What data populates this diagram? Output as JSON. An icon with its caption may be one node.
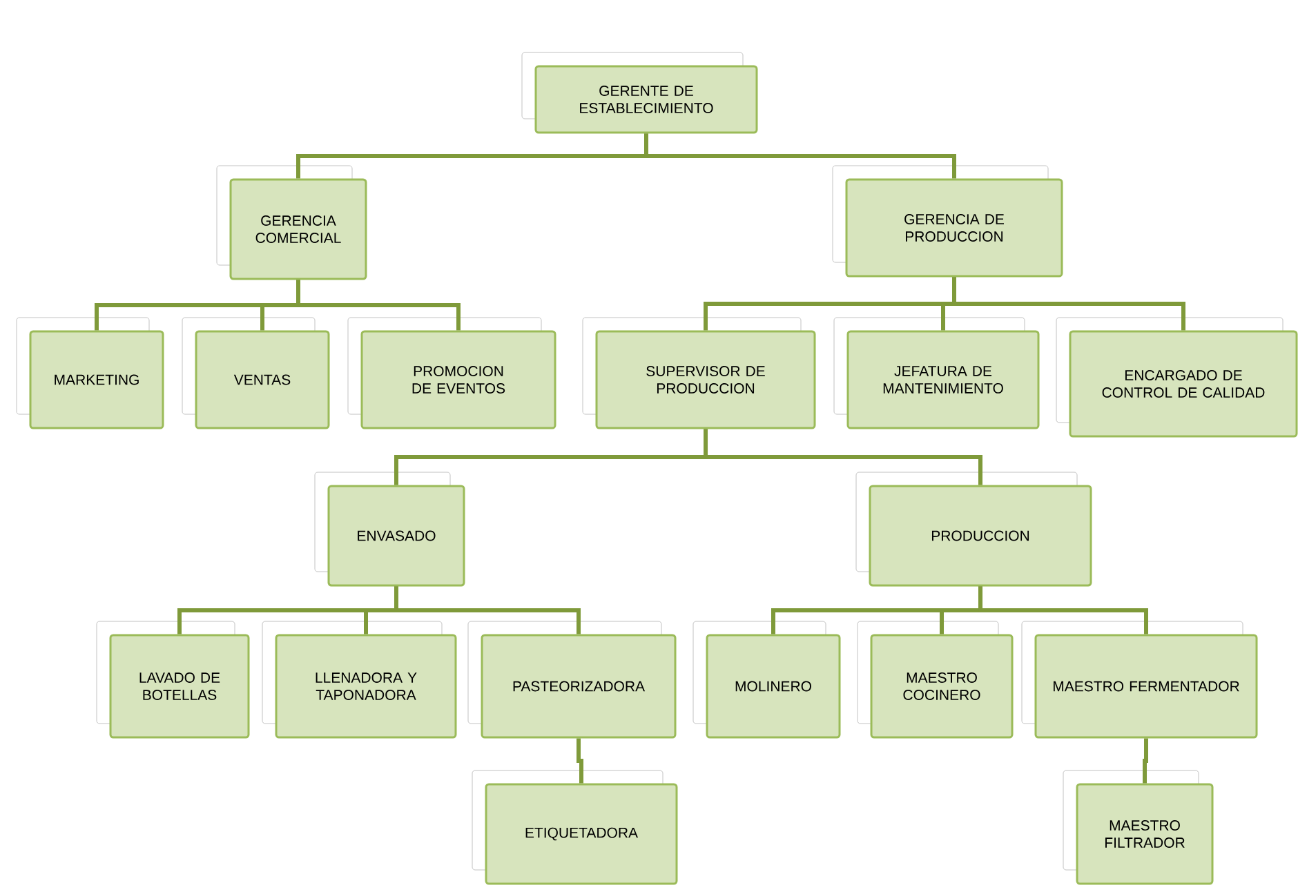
{
  "diagram": {
    "nodes": [
      {
        "text": [
          "GERENTE DE ESTABLECIMIENTO"
        ]
      },
      {
        "text": [
          "GERENCIA COMERCIAL"
        ]
      },
      {
        "text": [
          "GERENCIA DE PRODUCCION"
        ]
      },
      {
        "text": [
          "MARKETING"
        ]
      },
      {
        "text": [
          "VENTAS"
        ]
      },
      {
        "text": [
          "PROMOCION DE EVENTOS"
        ]
      },
      {
        "text": [
          "SUPERVISOR DE PRODUCCION"
        ]
      },
      {
        "text": [
          "JEFATURA DE MANTENIMIENTO"
        ]
      },
      {
        "text": [
          "ENCARGADO DE CONTROL DE CALIDAD"
        ]
      },
      {
        "text": [
          "ENVASADO"
        ]
      },
      {
        "text": [
          "PRODUCCION"
        ]
      },
      {
        "text": [
          "LAVADO DE BOTELLAS"
        ]
      },
      {
        "text": [
          "LLENADORA Y TAPONADORA"
        ]
      },
      {
        "text": [
          "PASTEORIZADORA"
        ]
      },
      {
        "text": [
          "MOLINERO"
        ]
      },
      {
        "text": [
          "MAESTRO COCINERO"
        ]
      },
      {
        "text": [
          "MAESTRO FERMENTADOR"
        ]
      },
      {
        "text": [
          "ETIQUETADORA"
        ]
      },
      {
        "text": [
          "MAESTRO FILTRADOR"
        ]
      }
    ],
    "edges": [
      {
        "from": 0,
        "to": 1,
        "arrow": "none"
      },
      {
        "from": 0,
        "to": 2,
        "arrow": "none"
      },
      {
        "from": 1,
        "to": 3,
        "arrow": "none"
      },
      {
        "from": 1,
        "to": 4,
        "arrow": "none"
      },
      {
        "from": 1,
        "to": 5,
        "arrow": "none"
      },
      {
        "from": 2,
        "to": 6,
        "arrow": "none"
      },
      {
        "from": 2,
        "to": 7,
        "arrow": "none"
      },
      {
        "from": 2,
        "to": 8,
        "arrow": "none"
      },
      {
        "from": 6,
        "to": 9,
        "arrow": "none"
      },
      {
        "from": 6,
        "to": 10,
        "arrow": "none"
      },
      {
        "from": 9,
        "to": 11,
        "arrow": "none"
      },
      {
        "from": 9,
        "to": 12,
        "arrow": "none"
      },
      {
        "from": 9,
        "to": 13,
        "arrow": "none"
      },
      {
        "from": 10,
        "to": 14,
        "arrow": "none"
      },
      {
        "from": 10,
        "to": 15,
        "arrow": "none"
      },
      {
        "from": 10,
        "to": 16,
        "arrow": "none"
      },
      {
        "from": 13,
        "to": 17,
        "arrow": "none"
      },
      {
        "from": 16,
        "to": 18,
        "arrow": "none"
      }
    ]
  }
}
